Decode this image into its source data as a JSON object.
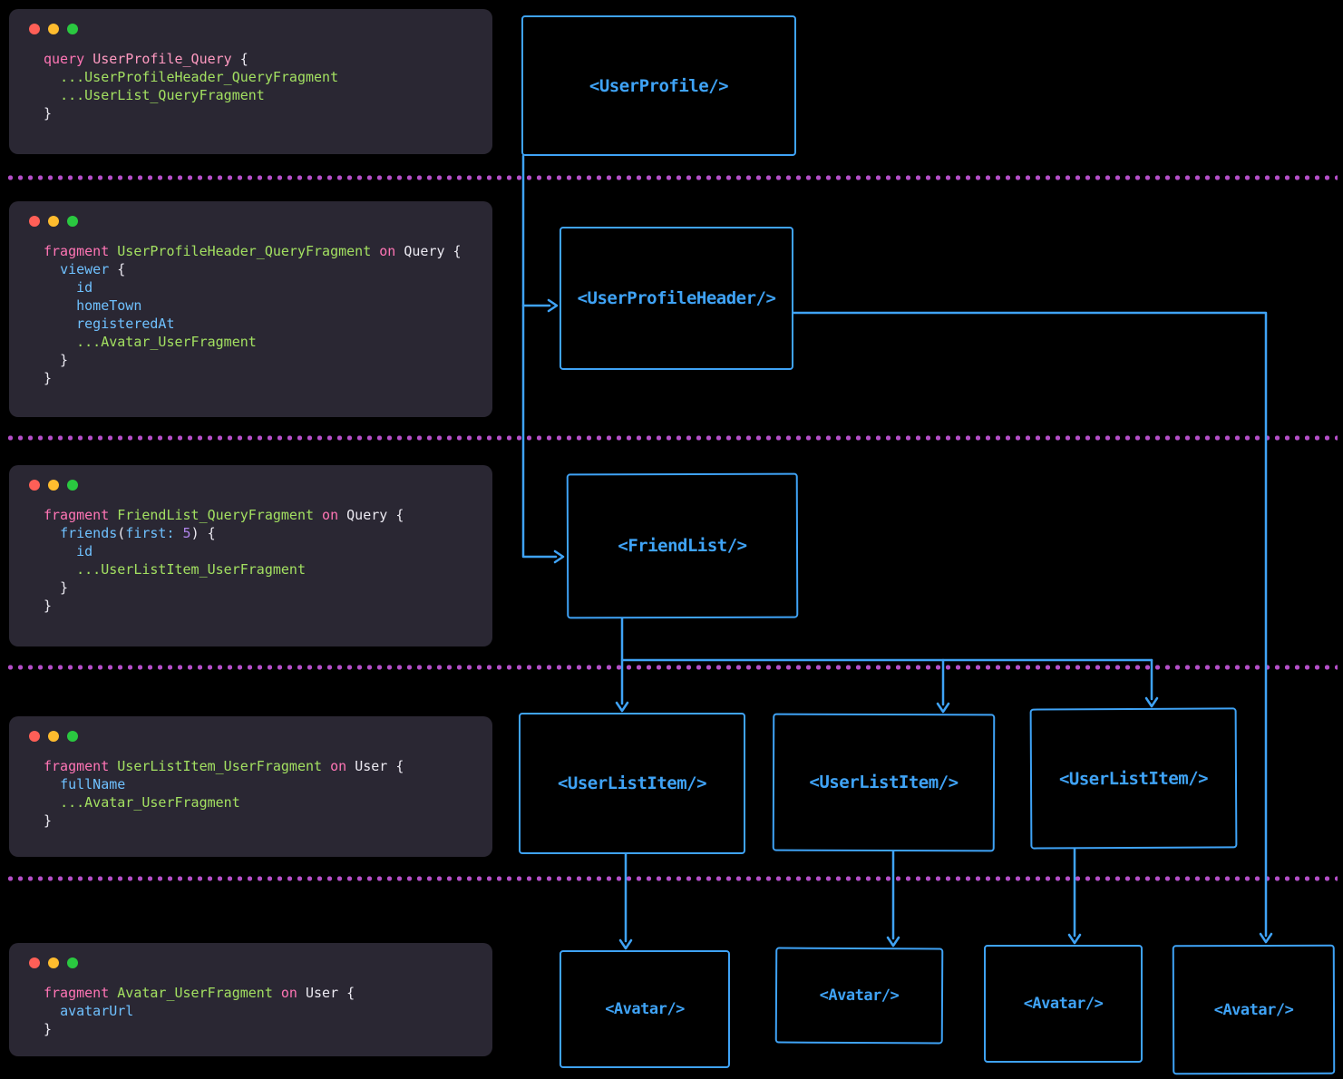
{
  "colors": {
    "page_bg": "#000000",
    "panel_bg": "#2a2733",
    "component": "#3fa3f6",
    "separator": "#b44fc8",
    "light_red": "#ff5f57",
    "light_yellow": "#febc2e",
    "light_green": "#2ac840",
    "tok_kw": "#ff75b5",
    "tok_op": "#ff9ac1",
    "tok_fr": "#a3e061",
    "tok_fl": "#6fc1ff",
    "tok_nu": "#b084eb",
    "tok_pl": "#eceaf2"
  },
  "code_blocks": [
    {
      "name": "user-profile-query",
      "lines": [
        [
          {
            "t": "query ",
            "c": "kw"
          },
          {
            "t": "UserProfile_Query",
            "c": "op"
          },
          {
            "t": " {",
            "c": "pl"
          }
        ],
        [
          {
            "t": "  ",
            "c": "pl"
          },
          {
            "t": "...UserProfileHeader_QueryFragment",
            "c": "fr"
          }
        ],
        [
          {
            "t": "  ",
            "c": "pl"
          },
          {
            "t": "...UserList_QueryFragment",
            "c": "fr"
          }
        ],
        [
          {
            "t": "}",
            "c": "pl"
          }
        ]
      ]
    },
    {
      "name": "user-profile-header-query-fragment",
      "lines": [
        [
          {
            "t": "fragment ",
            "c": "kw"
          },
          {
            "t": "UserProfileHeader_QueryFragment",
            "c": "fr"
          },
          {
            "t": " on ",
            "c": "kw"
          },
          {
            "t": "Query",
            "c": "pl"
          },
          {
            "t": " {",
            "c": "pl"
          }
        ],
        [
          {
            "t": "  ",
            "c": "pl"
          },
          {
            "t": "viewer",
            "c": "fl"
          },
          {
            "t": " {",
            "c": "pl"
          }
        ],
        [
          {
            "t": "    ",
            "c": "pl"
          },
          {
            "t": "id",
            "c": "fl"
          }
        ],
        [
          {
            "t": "    ",
            "c": "pl"
          },
          {
            "t": "homeTown",
            "c": "fl"
          }
        ],
        [
          {
            "t": "    ",
            "c": "pl"
          },
          {
            "t": "registeredAt",
            "c": "fl"
          }
        ],
        [
          {
            "t": "    ",
            "c": "pl"
          },
          {
            "t": "...Avatar_UserFragment",
            "c": "fr"
          }
        ],
        [
          {
            "t": "  }",
            "c": "pl"
          }
        ],
        [
          {
            "t": "}",
            "c": "pl"
          }
        ]
      ]
    },
    {
      "name": "friend-list-query-fragment",
      "lines": [
        [
          {
            "t": "fragment ",
            "c": "kw"
          },
          {
            "t": "FriendList_QueryFragment",
            "c": "fr"
          },
          {
            "t": " on ",
            "c": "kw"
          },
          {
            "t": "Query",
            "c": "pl"
          },
          {
            "t": " {",
            "c": "pl"
          }
        ],
        [
          {
            "t": "  ",
            "c": "pl"
          },
          {
            "t": "friends",
            "c": "fl"
          },
          {
            "t": "(",
            "c": "pl"
          },
          {
            "t": "first:",
            "c": "fl"
          },
          {
            "t": " ",
            "c": "pl"
          },
          {
            "t": "5",
            "c": "nu"
          },
          {
            "t": ") {",
            "c": "pl"
          }
        ],
        [
          {
            "t": "    ",
            "c": "pl"
          },
          {
            "t": "id",
            "c": "fl"
          }
        ],
        [
          {
            "t": "    ",
            "c": "pl"
          },
          {
            "t": "...UserListItem_UserFragment",
            "c": "fr"
          }
        ],
        [
          {
            "t": "  }",
            "c": "pl"
          }
        ],
        [
          {
            "t": "}",
            "c": "pl"
          }
        ]
      ]
    },
    {
      "name": "user-list-item-user-fragment",
      "lines": [
        [
          {
            "t": "fragment ",
            "c": "kw"
          },
          {
            "t": "UserListItem_UserFragment",
            "c": "fr"
          },
          {
            "t": " on ",
            "c": "kw"
          },
          {
            "t": "User",
            "c": "pl"
          },
          {
            "t": " {",
            "c": "pl"
          }
        ],
        [
          {
            "t": "  ",
            "c": "pl"
          },
          {
            "t": "fullName",
            "c": "fl"
          }
        ],
        [
          {
            "t": "  ",
            "c": "pl"
          },
          {
            "t": "...Avatar_UserFragment",
            "c": "fr"
          }
        ],
        [
          {
            "t": "}",
            "c": "pl"
          }
        ]
      ]
    },
    {
      "name": "avatar-user-fragment",
      "lines": [
        [
          {
            "t": "fragment ",
            "c": "kw"
          },
          {
            "t": "Avatar_UserFragment",
            "c": "fr"
          },
          {
            "t": " on ",
            "c": "kw"
          },
          {
            "t": "User",
            "c": "pl"
          },
          {
            "t": " {",
            "c": "pl"
          }
        ],
        [
          {
            "t": "  ",
            "c": "pl"
          },
          {
            "t": "avatarUrl",
            "c": "fl"
          }
        ],
        [
          {
            "t": "}",
            "c": "pl"
          }
        ]
      ]
    }
  ],
  "components": {
    "user_profile": "<UserProfile/>",
    "user_profile_header": "<UserProfileHeader/>",
    "friend_list": "<FriendList/>",
    "user_list_item_1": "<UserListItem/>",
    "user_list_item_2": "<UserListItem/>",
    "user_list_item_3": "<UserListItem/>",
    "avatar_1": "<Avatar/>",
    "avatar_2": "<Avatar/>",
    "avatar_3": "<Avatar/>",
    "avatar_4": "<Avatar/>"
  }
}
